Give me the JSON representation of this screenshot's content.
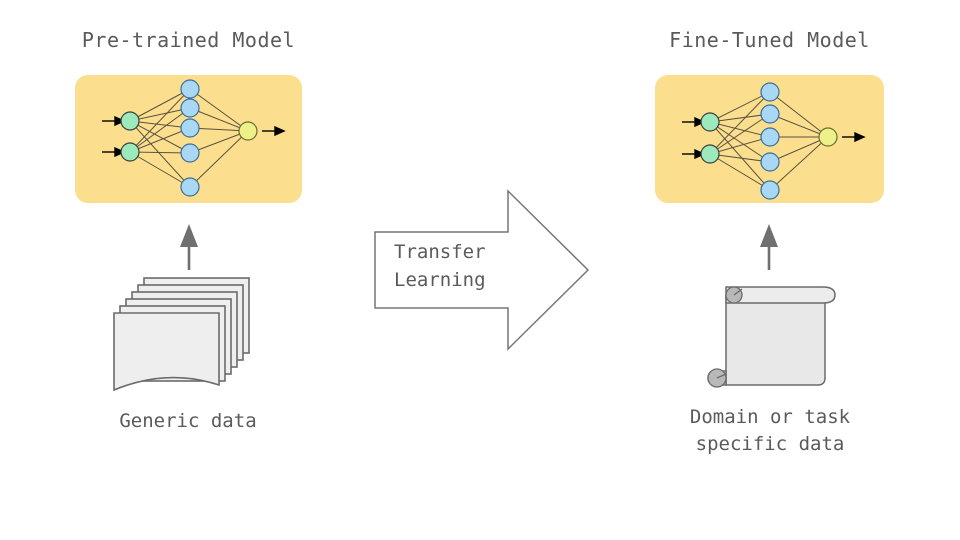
{
  "diagram": {
    "title": "Transfer Learning diagram",
    "background_color": "#ffffff",
    "text_color": "#5a5a5a"
  },
  "left_panel": {
    "title": "Pre-trained Model",
    "caption": "Generic data",
    "box_color": "#fcdf8e",
    "data_icon": "document-stack-icon",
    "flow_arrow": "arrow-up-icon"
  },
  "right_panel": {
    "title": "Fine-Tuned Model",
    "caption": "Domain or task\nspecific data",
    "box_color": "#fcdf8e",
    "data_icon": "scroll-document-icon",
    "flow_arrow": "arrow-up-icon"
  },
  "transfer": {
    "label": "Transfer\nLearning",
    "icon": "block-arrow-right-icon",
    "stroke_color": "#767676"
  },
  "network": {
    "input_nodes": 2,
    "hidden_nodes": 5,
    "output_nodes": 1,
    "input_color": "#9ce9bb",
    "hidden_color": "#a9d8f5",
    "output_color": "#eef08a",
    "edge_color": "#5a5240",
    "input_arrows": 2,
    "output_arrows": 1
  }
}
